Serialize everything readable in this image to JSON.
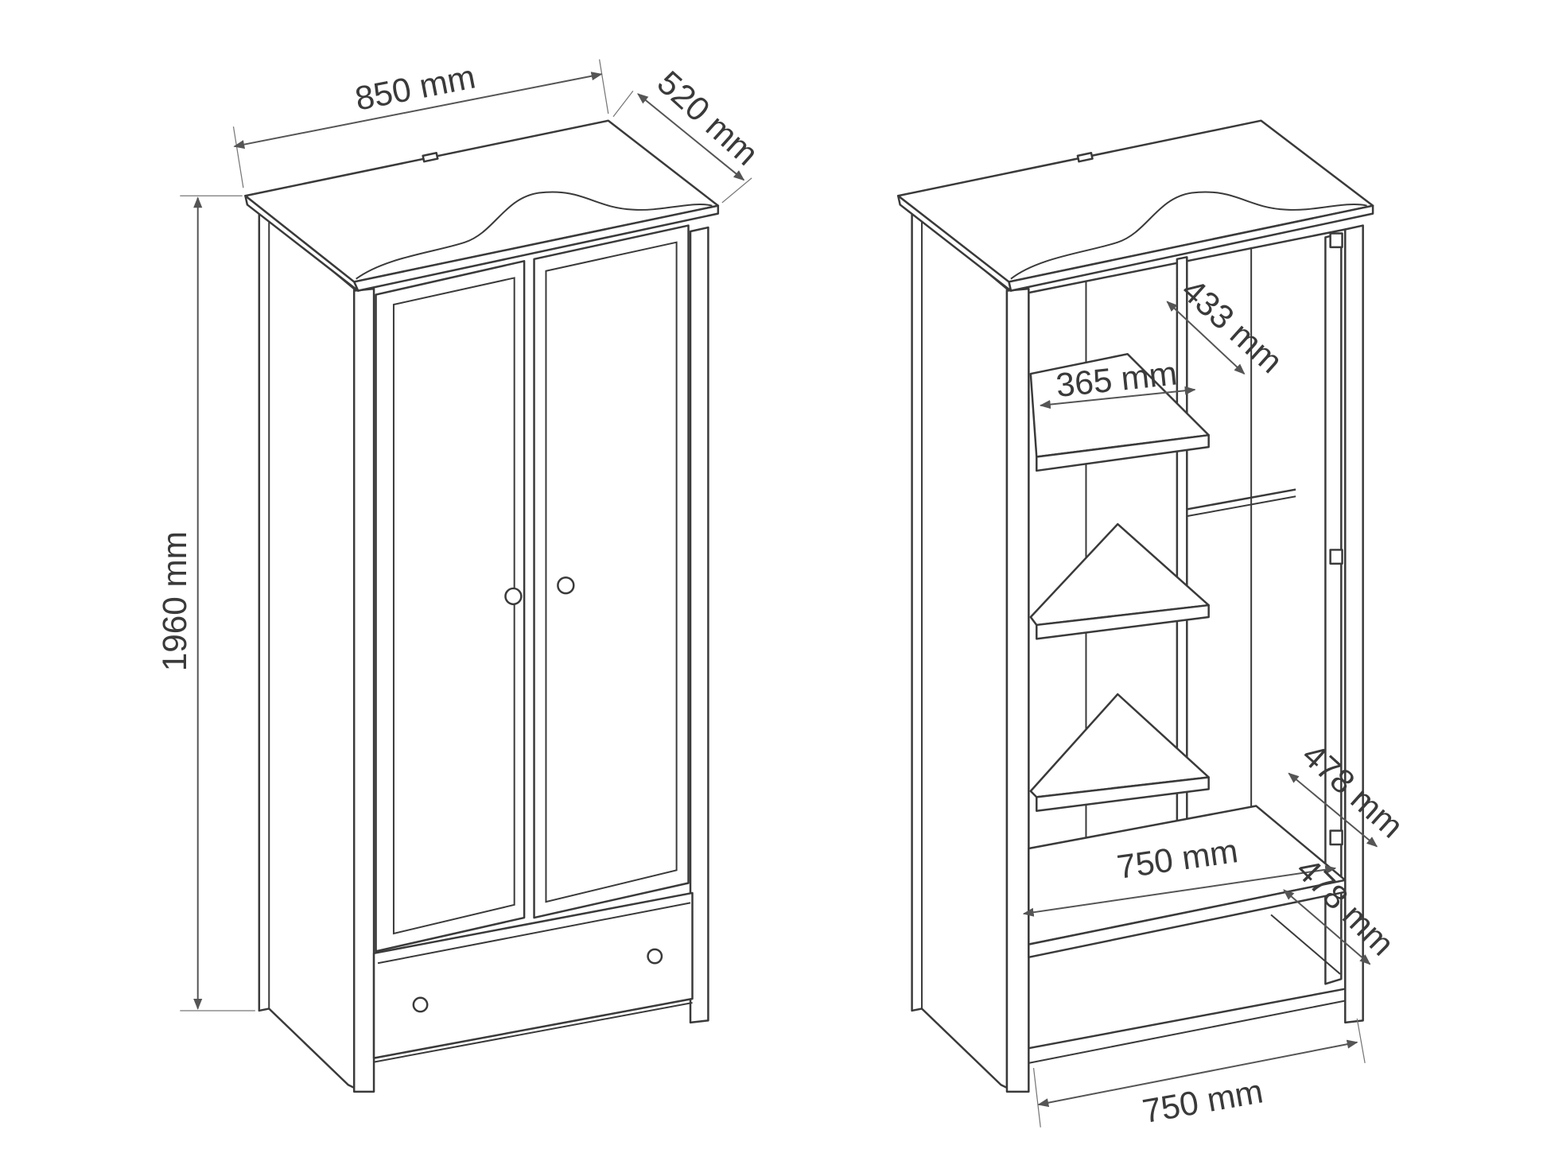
{
  "left_view": {
    "width_label": "850 mm",
    "depth_label": "520 mm",
    "height_label": "1960 mm"
  },
  "right_view": {
    "shelf_depth_label": "433 mm",
    "shelf_width_label": "365 mm",
    "hanging_depth_label": "478 mm",
    "inner_width_label": "750 mm",
    "drawer_depth_label": "478 mm",
    "bottom_width_label": "750 mm"
  },
  "colors": {
    "line": "#3a3a3a",
    "arrow": "#555555",
    "background": "#ffffff"
  }
}
